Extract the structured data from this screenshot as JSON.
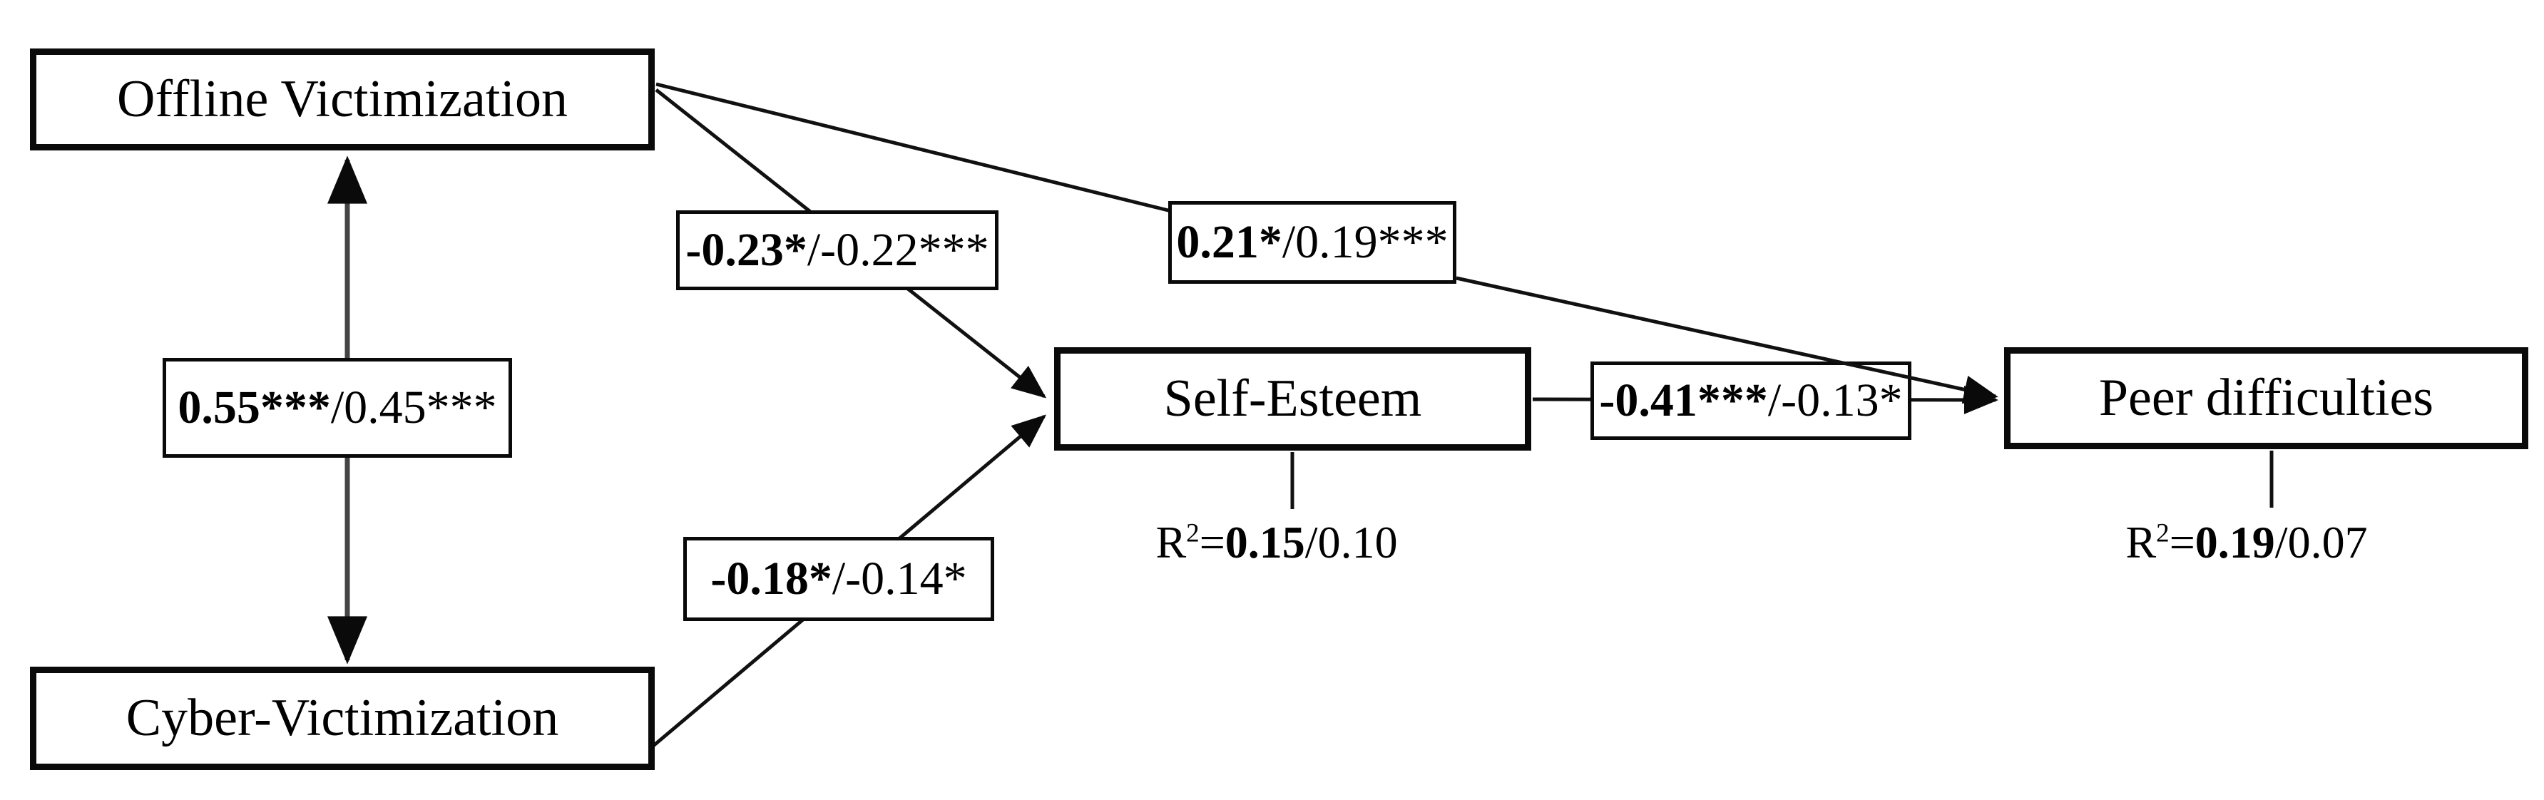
{
  "figure": {
    "type": "path-model-diagram",
    "colors": {
      "ink": "#000000",
      "shaft_gray": "#444444",
      "background": "#ffffff"
    },
    "nodes": {
      "offline": {
        "label": "Offline Victimization"
      },
      "cyber": {
        "label": "Cyber-Victimization"
      },
      "self_esteem": {
        "label": "Self-Esteem",
        "r2": {
          "r": "R",
          "sup": "2",
          "eq": "=",
          "bold": "0.15",
          "rest": "/0.10"
        }
      },
      "peer": {
        "label": "Peer difficulties",
        "r2": {
          "r": "R",
          "sup": "2",
          "eq": "=",
          "bold": "0.19",
          "rest": "/0.07"
        }
      }
    },
    "paths": {
      "offline_cyber_covariance": {
        "bold": "0.55***",
        "rest": "/0.45***"
      },
      "offline_to_self_esteem": {
        "bold": "-0.23*",
        "rest": "/-0.22***"
      },
      "offline_to_peer": {
        "bold": "0.21*",
        "rest": "/0.19***"
      },
      "cyber_to_self_esteem": {
        "bold": "-0.18*",
        "rest": "/-0.14*"
      },
      "self_esteem_to_peer": {
        "bold": "-0.41***",
        "rest": "/-0.13*"
      }
    }
  }
}
